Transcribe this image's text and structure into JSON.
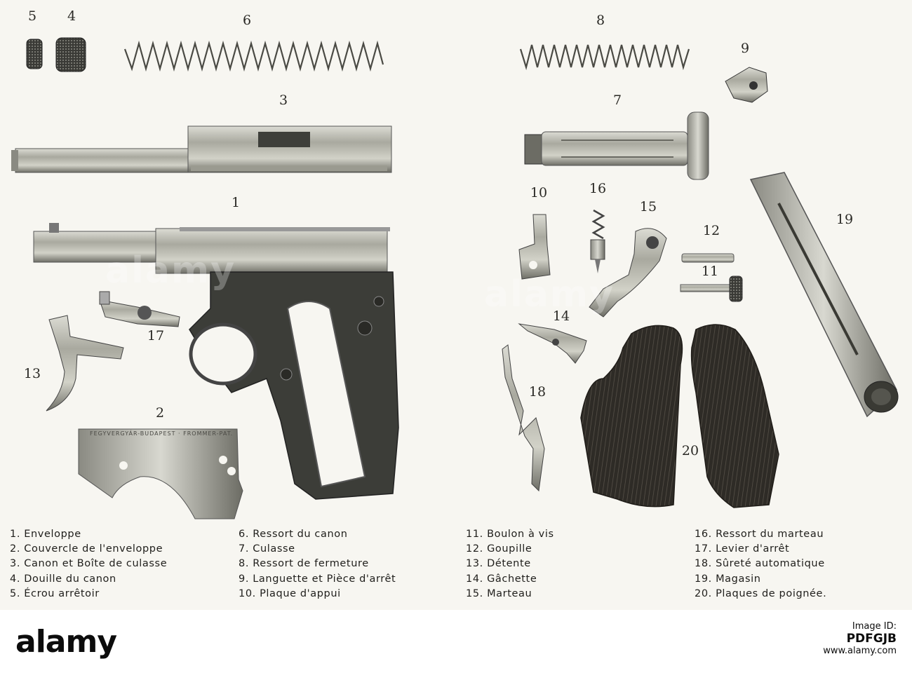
{
  "part_numbers": [
    "5",
    "4",
    "6",
    "8",
    "9",
    "3",
    "7",
    "1",
    "10",
    "16",
    "15",
    "12",
    "11",
    "19",
    "17",
    "13",
    "14",
    "18",
    "2",
    "20"
  ],
  "stamp_text": "FEGYVERGYÁR-BUDAPEST · FROMMER-PAT.",
  "legend": {
    "col1": [
      "1. Enveloppe",
      "2. Couvercle de l'enveloppe",
      "3. Canon et Boîte de culasse",
      "4. Douille du canon",
      "5. Écrou arrêtoir"
    ],
    "col2": [
      "6. Ressort du canon",
      "7. Culasse",
      "8. Ressort de fermeture",
      "9. Languette et Pièce d'arrêt",
      "10. Plaque d'appui"
    ],
    "col3": [
      "11. Boulon à vis",
      "12. Goupille",
      "13. Détente",
      "14. Gâchette",
      "15. Marteau"
    ],
    "col4": [
      "16. Ressort du marteau",
      "17. Levier d'arrêt",
      "18. Sûreté automatique",
      "19. Magasin",
      "20. Plaques de poignée."
    ]
  },
  "watermark": "alamy",
  "footer": {
    "logo": "alamy",
    "label": "Image ID:",
    "image_id": "PDFGJB",
    "site": "www.alamy.com"
  },
  "colors": {
    "plate_bg": "#f7f6f1",
    "steel": "#b8b8ae",
    "dark_steel": "#3c3d38",
    "wood": "#2d2a25",
    "ink": "#1f1e1b"
  }
}
